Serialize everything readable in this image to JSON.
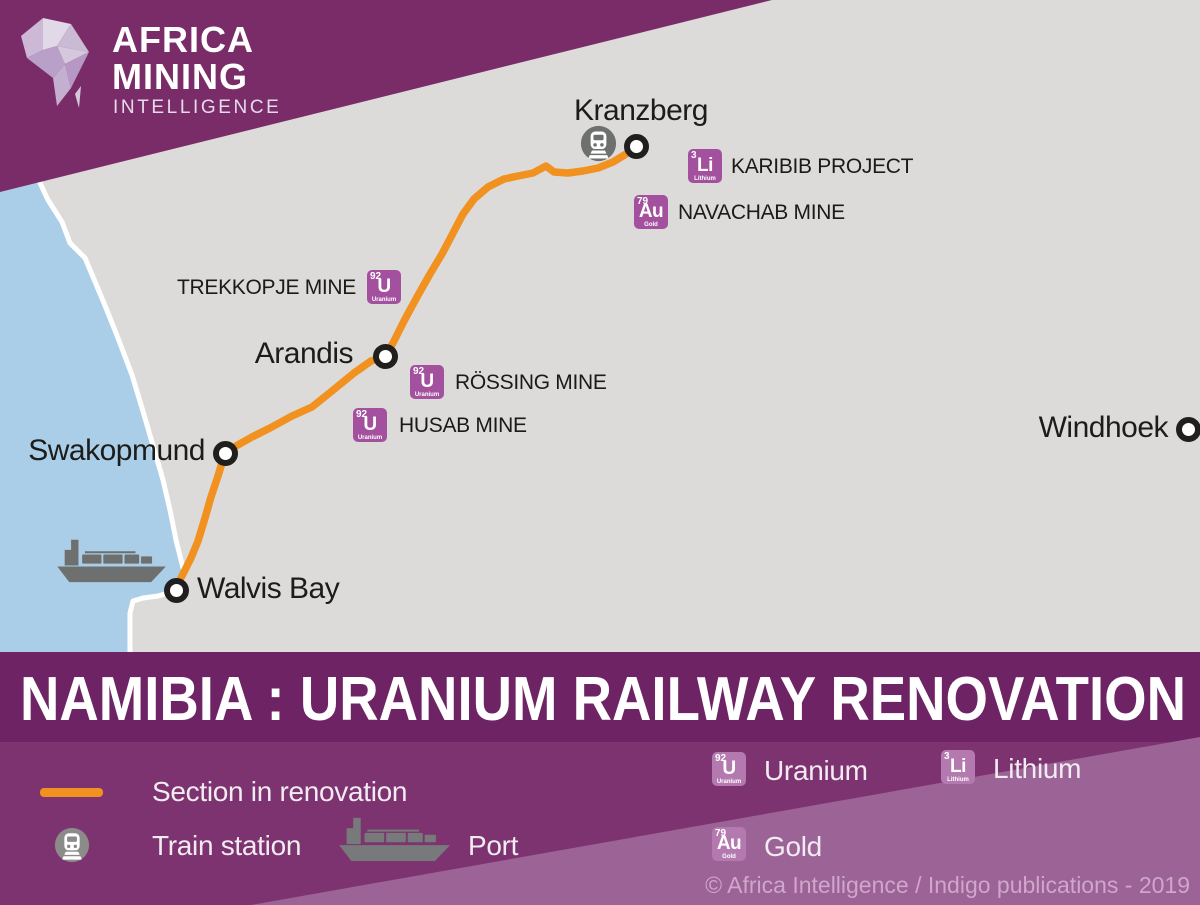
{
  "logo": {
    "line1": "AFRICA",
    "line2": "MINING",
    "line3": "INTELLIGENCE"
  },
  "title": "NAMIBIA : URANIUM RAILWAY RENOVATION",
  "copyright": "© Africa Intelligence / Indigo publications - 2019",
  "colors": {
    "banner_purple": "#7a2c69",
    "title_band": "#6e2464",
    "legend_band": "#7d336f",
    "legend_wedge": "#9b6396",
    "railway_orange": "#f19120",
    "ocean_blue": "#abcee8",
    "land_gray": "#dcdbd9",
    "badge_purple": "#a3519e",
    "badge_light_purple": "#b47ab0",
    "icon_gray": "#6d706f",
    "marker_ring": "#211f1e"
  },
  "elements": {
    "U": {
      "number": "92",
      "symbol": "U",
      "name": "Uranium"
    },
    "Li": {
      "number": "3",
      "symbol": "Li",
      "name": "Lithium"
    },
    "Au": {
      "number": "79",
      "symbol": "Au",
      "name": "Gold"
    }
  },
  "cities": [
    {
      "name": "Kranzberg"
    },
    {
      "name": "Arandis"
    },
    {
      "name": "Swakopmund"
    },
    {
      "name": "Walvis Bay"
    },
    {
      "name": "Windhoek"
    }
  ],
  "sites": [
    {
      "name": "KARIBIB PROJECT",
      "element": "Li"
    },
    {
      "name": "NAVACHAB MINE",
      "element": "Au"
    },
    {
      "name": "TREKKOPJE MINE",
      "element": "U"
    },
    {
      "name": "RÖSSING MINE",
      "element": "U"
    },
    {
      "name": "HUSAB MINE",
      "element": "U"
    }
  ],
  "legend": {
    "section": "Section in renovation",
    "train_station": "Train station",
    "port": "Port",
    "uranium_label": "Uranium",
    "lithium_label": "Lithium",
    "gold_label": "Gold"
  }
}
